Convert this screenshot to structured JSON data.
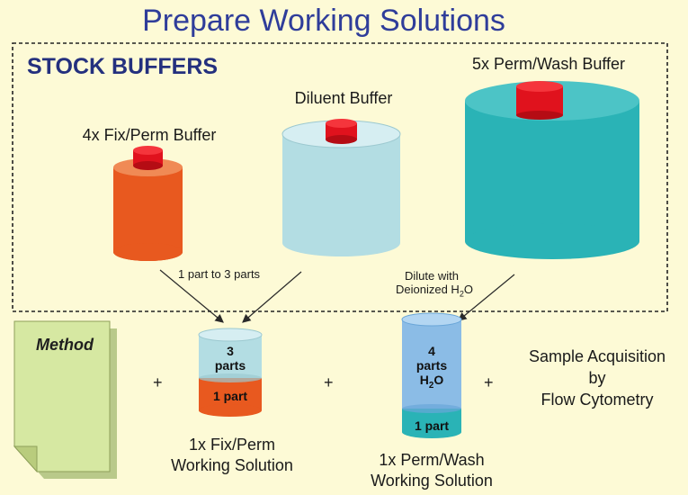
{
  "title": "Prepare Working Solutions",
  "stock_buffers_label": "STOCK BUFFERS",
  "bottles": {
    "fixperm": "4x Fix/Perm Buffer",
    "diluent": "Diluent Buffer",
    "permwash": "5x Perm/Wash Buffer"
  },
  "arrows": {
    "ratio": "1 part to 3 parts",
    "dilute_line1": "Dilute with",
    "dilute_line2_pre": "Deionized H",
    "dilute_line2_sub": "2",
    "dilute_line2_post": "O"
  },
  "method_label": "Method",
  "plus": "+",
  "fixperm_solution": {
    "top_line1": "3",
    "top_line2": "parts",
    "bottom": "1 part",
    "caption_line1": "1x Fix/Perm",
    "caption_line2": "Working Solution"
  },
  "permwash_solution": {
    "top_line1": "4",
    "top_line2": "parts",
    "top_line3_pre": "H",
    "top_line3_sub": "2",
    "top_line3_post": "O",
    "bottom": "1 part",
    "caption_line1": "1x Perm/Wash",
    "caption_line2": "Working Solution"
  },
  "final_step": {
    "line1": "Sample Acquisition",
    "line2": "by",
    "line3": "Flow Cytometry"
  },
  "colors": {
    "background": "#fdfad6",
    "title": "#2f3d9a",
    "fixperm_orange": "#e8591f",
    "diluent_blue": "#b3dde3",
    "permwash_teal": "#2ab3b6",
    "cap_red": "#e0121d",
    "permwash_working_blue": "#8bbce6",
    "method_green": "#d6e8a2"
  }
}
